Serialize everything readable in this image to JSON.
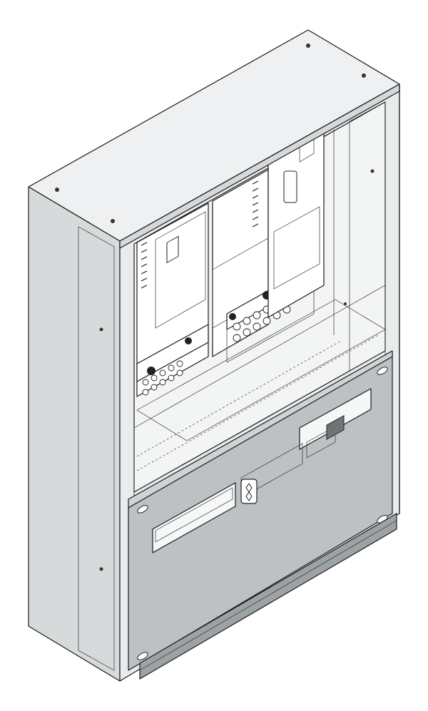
{
  "illustration": {
    "subject": "",
    "colors": {
      "enclosure_light": "#e9ebec",
      "enclosure_mid": "#d7dadb",
      "enclosure_shadow": "#c4c8ca",
      "interior_back": "#f3f4f4",
      "cover_panel": "#bdc1c3",
      "cover_panel_dark": "#9da2a5",
      "mesh_strip": "#8a8f92",
      "outline": "#1a1a1a"
    },
    "meter_modules": 2,
    "cable_entry_holes_per_module": 12,
    "cover_slots": 2
  }
}
